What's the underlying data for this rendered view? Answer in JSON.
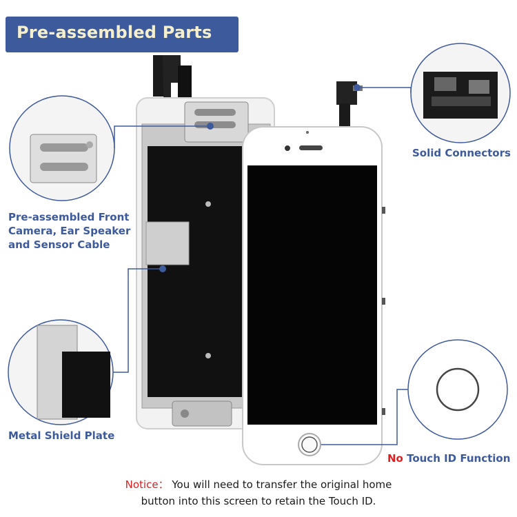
{
  "banner": {
    "title": "Pre-assembled Parts"
  },
  "callouts": {
    "front_camera": [
      "Pre-assembled Front",
      "Camera, Ear Speaker",
      "and Sensor Cable"
    ],
    "solid_connectors": "Solid Connectors",
    "metal_shield": "Metal Shield Plate",
    "touch_id": {
      "no": "No",
      "rest": " Touch ID Function"
    }
  },
  "notice": {
    "label": "Notice：",
    "line1": "You will need to transfer the original home",
    "line2": "button into this screen to retain the Touch ID."
  },
  "colors": {
    "accent": "#3d5a9c",
    "banner_text": "#f4f0cf",
    "warning": "#e02020",
    "screen": "#050505"
  }
}
